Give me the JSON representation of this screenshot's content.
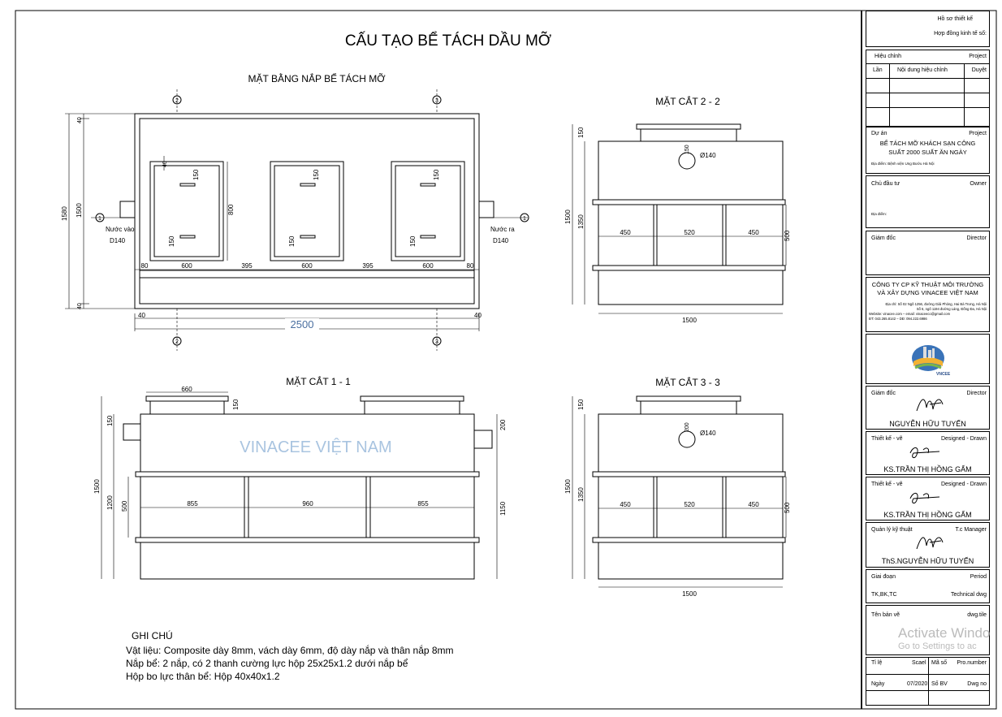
{
  "title": "CẤU TẠO BỂ TÁCH DẦU MỠ",
  "plan": {
    "title": "MẶT BẰNG NẮP BỂ TÁCH MỠ",
    "total_length": "2500",
    "segments": [
      "80",
      "600",
      "395",
      "600",
      "395",
      "600",
      "80"
    ],
    "side_labels": [
      "40",
      "40"
    ],
    "left_dims": [
      "1580",
      "1500",
      "40",
      "40"
    ],
    "lid_height": "800",
    "lid_offsets": [
      "150",
      "150"
    ],
    "inlet": {
      "label": "Nước vào",
      "size": "D140"
    },
    "outlet": {
      "label": "Nước ra",
      "size": "D140"
    },
    "section_marks": [
      "1",
      "1",
      "2",
      "2",
      "3",
      "3"
    ]
  },
  "section11": {
    "title": "MẶT CẮT 1 - 1",
    "lid_width": "660",
    "lid_height": "150",
    "left_dims": [
      "150",
      "1500",
      "1200",
      "500"
    ],
    "right_dims": [
      "200",
      "1150"
    ],
    "bays": [
      "855",
      "960",
      "855"
    ],
    "watermark": "VINACEE VIỆT NAM"
  },
  "section22": {
    "title": "MẶT CẮT 2 - 2",
    "left_dims": [
      "150",
      "1500",
      "1350"
    ],
    "pipe_label": "Ø140",
    "pipe_height": "150",
    "bays": [
      "450",
      "520",
      "450"
    ],
    "right_dim": "500",
    "width": "1500"
  },
  "section33": {
    "title": "MẶT CẮT 3 - 3",
    "left_dims": [
      "150",
      "1500",
      "1350"
    ],
    "pipe_label": "Ø140",
    "pipe_height": "200",
    "bays": [
      "450",
      "520",
      "450"
    ],
    "right_dim": "500",
    "width": "1500"
  },
  "notes": {
    "heading": "GHI CHÚ",
    "lines": [
      "Vật liệu: Composite dày 8mm, vách dày 6mm, độ dày nắp và thân nắp 8mm",
      "Nắp bể: 2 nắp, có 2 thanh cường lực hộp 25x25x1.2 dưới nắp bể",
      "Hộp bo lực thân bể: Hộp 40x40x1.2"
    ]
  },
  "title_block": {
    "ho_so": "Hồ sơ thiết kế",
    "hop_dong": "Hợp đồng kinh tế số:",
    "hieu_chinh": "Hiệu chỉnh",
    "project": "Project",
    "lan": "Lần",
    "noi_dung": "Nội dung hiệu chỉnh",
    "duyet": "Duyệt",
    "du_an": "Dự án",
    "project2": "Project",
    "project_name": "BỂ TÁCH MỠ KHÁCH SẠN CÔNG SUẤT 2000 SUẤT ĂN NGÀY",
    "dia_diem": "Địa điểm:  Bệnh viện Ung Bướu Hà Nội",
    "chu_dau_tu": "Chủ đầu tư",
    "owner": "Owner",
    "dia_diem2": "Địa điểm:",
    "giam_doc": "Giám đốc",
    "director": "Director",
    "company": "CÔNG TY  CP KỸ THUẬT MÔI TRƯỜNG VÀ XÂY DỰNG VINACEE VIỆT NAM",
    "company_detail": [
      "Địa chỉ: Số 02 Ngõ 1256, đường Giải Phóng, Hai Bà Trưng, Hà Nội",
      "Số 6, ngõ 1194 đường Láng, Đống Đa, Hà Nội",
      "Website: vinacee.com – email: vinaceeco@gmail.com",
      "ĐT: 043.265.8142 – DĐ: 094.222.6986"
    ],
    "logo_text": "VNCEE",
    "sign1_role": "Giám đốc",
    "sign1_role_en": "Director",
    "sign1_name": "NGUYỄN HỮU TUYẾN",
    "sign2_role": "Thiết kế - vẽ",
    "sign2_role_en": "Designed - Drawn",
    "sign2_name": "KS.TRẦN THỊ HỒNG GẤM",
    "sign3_role": "Thiết kế - vẽ",
    "sign3_role_en": "Designed - Drawn",
    "sign3_name": "KS.TRẦN THỊ HỒNG GẤM",
    "sign4_role": "Quản lý kỹ thuật",
    "sign4_role_en": "T.c Manager",
    "sign4_name": "ThS.NGUYỄN HỮU TUYẾN",
    "giai_doan": "Giai đoạn",
    "period": "Period",
    "phase": "TK,BK,TC",
    "technical": "Technical dwg",
    "ten_ban_ve": "Tên bản vẽ",
    "dwg_title": "dwg.tile",
    "ti_le": "Tỉ lệ",
    "scale": "Scael",
    "ma_so": "Mã số",
    "pro_number": "Pro.number",
    "ngay": "Ngày",
    "date": "07/2020",
    "so_bv": "Số BV",
    "dwg_no": "Dwg no"
  },
  "overlay": {
    "line1": "Activate Windo",
    "line2": "Go to Settings to ac"
  }
}
